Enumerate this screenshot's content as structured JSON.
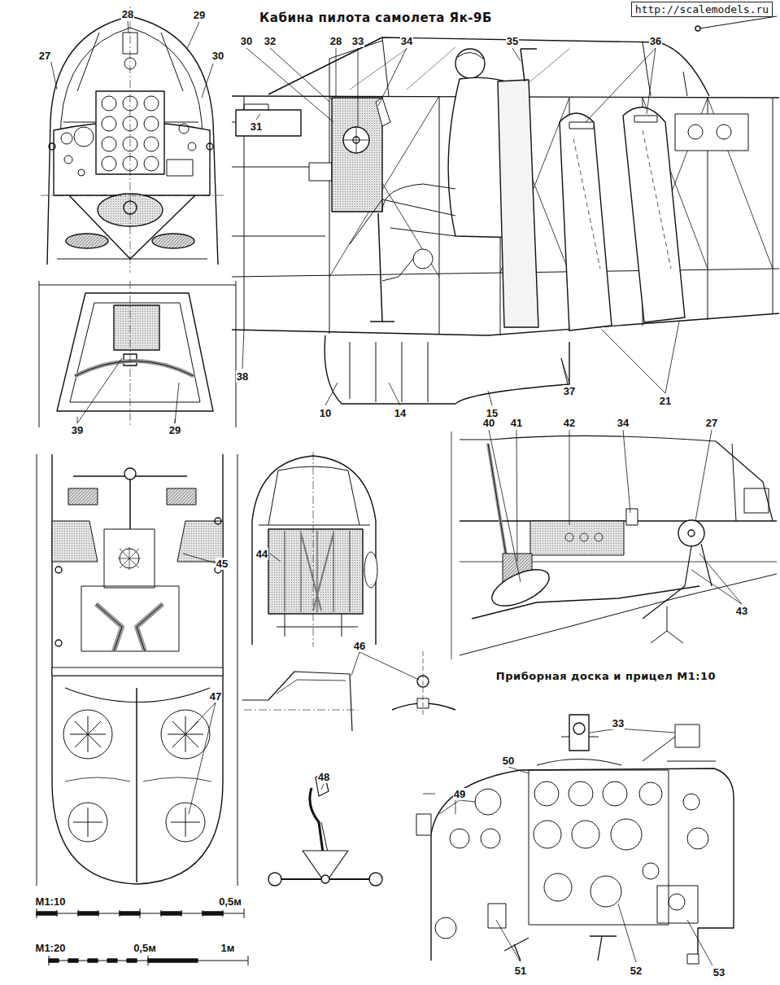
{
  "diagram": {
    "title": "Кабина пилота самолета Як-9Б",
    "labels": [
      "http://scalemodels.ru",
      "28",
      "29",
      "27",
      "30",
      "30",
      "32",
      "28",
      "33",
      "34",
      "35",
      "36",
      "31",
      "38",
      "10",
      "14",
      "15",
      "37",
      "21",
      "39",
      "29",
      "44",
      "45",
      "46",
      "40",
      "41",
      "42",
      "34",
      "27",
      "43",
      "Приборная доска и прицел М1:10",
      "47",
      "33",
      "50",
      "49",
      "48",
      "М1:10",
      "0,5м",
      "М1:20",
      "0,5м",
      "1м",
      "51",
      "52",
      "53"
    ]
  }
}
